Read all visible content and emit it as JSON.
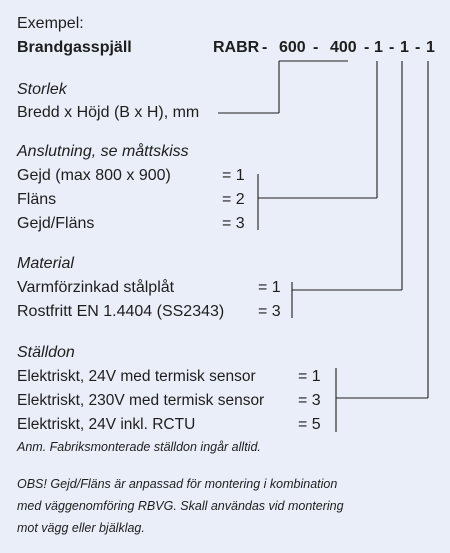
{
  "header": {
    "example_label": "Exempel:",
    "product_name": "Brandgasspjäll",
    "code": {
      "prefix": "RABR",
      "sep1": "-",
      "width": "600",
      "sep2": "-",
      "height": "400",
      "sep3": "-",
      "connection": "1",
      "sep4": "-",
      "material": "1",
      "sep5": "-",
      "actuator": "1"
    }
  },
  "size": {
    "heading": "Storlek",
    "line": "Bredd x Höjd (B x H), mm"
  },
  "connection": {
    "heading": "Anslutning, se måttskiss",
    "options": [
      {
        "label": "Gejd (max 800 x 900)",
        "value": "= 1"
      },
      {
        "label": "Fläns",
        "value": "= 2"
      },
      {
        "label": "Gejd/Fläns",
        "value": "= 3"
      }
    ]
  },
  "material": {
    "heading": "Material",
    "options": [
      {
        "label": "Varmförzinkad stålplåt",
        "value": "= 1"
      },
      {
        "label": "Rostfritt EN 1.4404 (SS2343)",
        "value": "= 3"
      }
    ]
  },
  "actuator": {
    "heading": "Ställdon",
    "options": [
      {
        "label": "Elektriskt, 24V med termisk sensor",
        "value": "= 1"
      },
      {
        "label": "Elektriskt, 230V med termisk sensor",
        "value": "= 3"
      },
      {
        "label": "Elektriskt, 24V inkl. RCTU",
        "value": "= 5"
      }
    ],
    "note": "Anm. Fabriksmonterade ställdon ingår alltid."
  },
  "obs_note": {
    "lines": [
      "OBS! Gejd/Fläns är anpassad för montering i kombination",
      "med väggenomföring RBVG. Skall användas vid montering",
      "mot vägg eller bjälklag."
    ]
  }
}
